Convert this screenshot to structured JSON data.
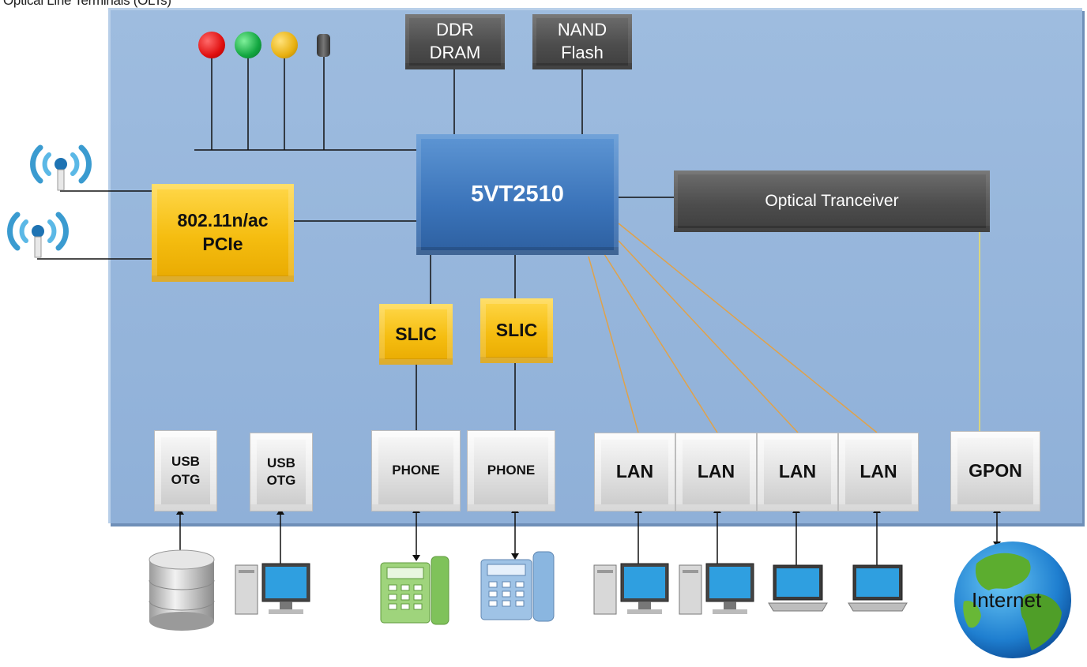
{
  "caption": "Optical Line Terminals (OLTs)",
  "blocks": {
    "ddr": {
      "line1": "DDR",
      "line2": "DRAM"
    },
    "nand": {
      "line1": "NAND",
      "line2": "Flash"
    },
    "soc": "5VT2510",
    "optical": "Optical Tranceiver",
    "wifi": {
      "line1": "802.11n/ac",
      "line2": "PCIe"
    },
    "slic1": "SLIC",
    "slic2": "SLIC"
  },
  "ports": {
    "usb1": {
      "line1": "USB",
      "line2": "OTG"
    },
    "usb2": {
      "line1": "USB",
      "line2": "OTG"
    },
    "phone1": "PHONE",
    "phone2": "PHONE",
    "lan1": "LAN",
    "lan2": "LAN",
    "lan3": "LAN",
    "lan4": "LAN",
    "gpon": "GPON"
  },
  "internet_label": "Internet",
  "colors": {
    "led_red": "#e01010",
    "led_green": "#12a640",
    "led_amber": "#e8b010",
    "ethernet_line": "#e0a24a",
    "fiber_line": "#f0e060"
  },
  "icons": {
    "antennas": "wifi-antenna-icon",
    "devices": [
      "storage-drive-icon",
      "desktop-computer-icon",
      "green-phone-icon",
      "blue-phone-icon",
      "desktop-computer-icon",
      "desktop-computer-icon",
      "laptop-icon",
      "laptop-icon",
      "globe-icon"
    ]
  }
}
